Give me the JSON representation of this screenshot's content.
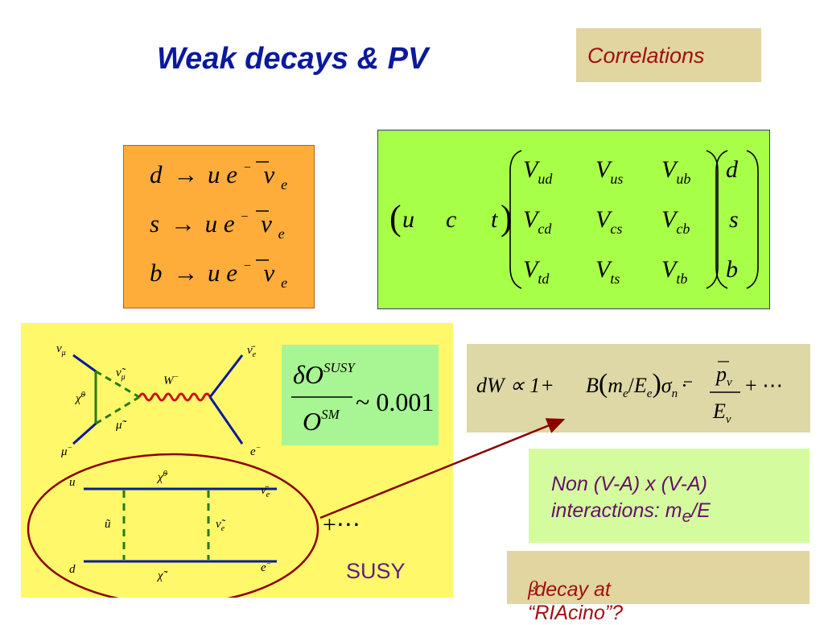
{
  "title": "Weak decays & PV",
  "tag": "Correlations",
  "decays": [
    {
      "q": "d",
      "arrow": "→",
      "products": "u e",
      "minus": "−",
      "nu": "ν",
      "sub": "e"
    },
    {
      "q": "s",
      "arrow": "→",
      "products": "u e",
      "minus": "−",
      "nu": "ν",
      "sub": "e"
    },
    {
      "q": "b",
      "arrow": "→",
      "products": "u e",
      "minus": "−",
      "nu": "ν",
      "sub": "e"
    }
  ],
  "ckm": {
    "row": [
      "u",
      "c",
      "t"
    ],
    "matrix": [
      [
        {
          "v": "V",
          "s": "ud"
        },
        {
          "v": "V",
          "s": "us"
        },
        {
          "v": "V",
          "s": "ub"
        }
      ],
      [
        {
          "v": "V",
          "s": "cd"
        },
        {
          "v": "V",
          "s": "cs"
        },
        {
          "v": "V",
          "s": "cb"
        }
      ],
      [
        {
          "v": "V",
          "s": "td"
        },
        {
          "v": "V",
          "s": "ts"
        },
        {
          "v": "V",
          "s": "tb"
        }
      ]
    ],
    "col": [
      "d",
      "s",
      "b"
    ]
  },
  "susy_ratio": {
    "num": "δO",
    "num_sup": "SUSY",
    "den": "O",
    "den_sup": "SM",
    "rel": "~ 0.001"
  },
  "dw_formula": {
    "lhs": "dW ∝ 1+",
    "B": "B",
    "me": "m",
    "me_sub": "e",
    "slash": "/",
    "Ee": "E",
    "Ee_sub": "e",
    "sigma": "σ",
    "sigma_sub": "n",
    "dot": "·",
    "p": "p",
    "p_sub": "ν",
    "E": "E",
    "E_sub": "ν",
    "tail": "+ ⋯"
  },
  "diagram1": {
    "nu_mu": "ν",
    "nu_mu_sub": "μ",
    "snu_mu": "ν̃",
    "snu_mu_sub": "μ",
    "chi0": "χ̃",
    "chi0_sup": "0",
    "smu": "μ̃",
    "smu_sup": "−",
    "mu": "μ",
    "mu_sup": "−",
    "W": "W",
    "W_sup": "−",
    "nubar_e": "ν̄",
    "nubar_e_sub": "e",
    "e": "e",
    "e_sup": "−"
  },
  "diagram2": {
    "u": "u",
    "d": "d",
    "chi0_top": "χ̃",
    "chi0_top_sup": "0",
    "chim_bot": "χ̃",
    "chim_bot_sup": "−",
    "su": "ũ",
    "snu_e": "ν̃",
    "snu_e_sub": "e",
    "nubar_e": "ν̄",
    "nubar_e_sub": "e",
    "e": "e",
    "e_sup": "−"
  },
  "plus_dots": "+⋯",
  "susy_label": "SUSY",
  "non_va": {
    "line1": "Non (V-A) x (V-A)",
    "line2_prefix": "interactions: m",
    "line2_sub": "e",
    "line2_suffix": "/E"
  },
  "beta": {
    "symbol": "β",
    "text": "-decay at “RIAcino”?"
  },
  "colors": {
    "title": "#0a1a9c",
    "tag_text": "#a01010",
    "arrow": "#8b0000",
    "line_blue": "#0a1a9c",
    "line_green": "#2a7a10",
    "wavy_red": "#cc1010",
    "ellipse": "#8b0000",
    "purple": "#64106a"
  }
}
